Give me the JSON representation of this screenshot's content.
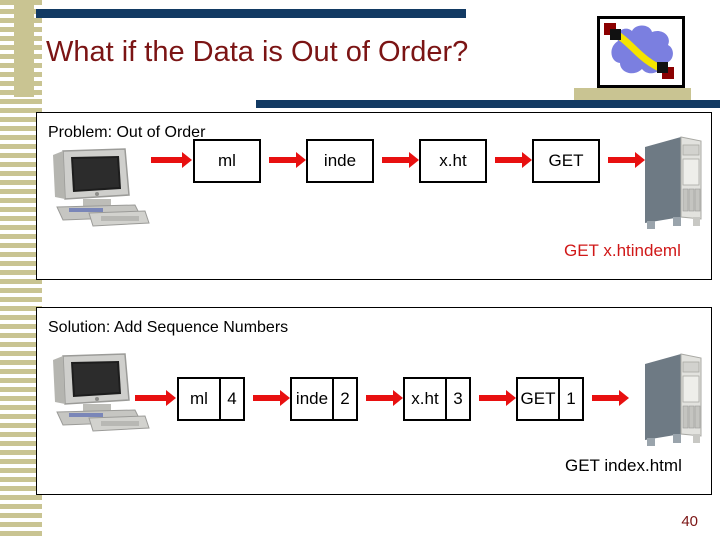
{
  "slide": {
    "title": "What if the Data is Out of Order?",
    "page_number": "40",
    "accent_navy": "#123a63",
    "accent_khaki": "#c9c492",
    "title_color": "#7b1414",
    "arrow_color": "#e81010"
  },
  "clipart": {
    "name": "network-cloud-icon",
    "cloud_color": "#7b7fe0",
    "cable_color": "#f5e400",
    "connector_color": "#8b0000"
  },
  "panels": [
    {
      "id": "problem",
      "heading": "Problem: Out of Order",
      "source_device": "desktop-computer",
      "dest_device": "server-tower",
      "caption": "GET x.htindeml",
      "caption_color": "#d01818",
      "packets": [
        {
          "payload": "ml",
          "seq": null
        },
        {
          "payload": "inde",
          "seq": null
        },
        {
          "payload": "x.ht",
          "seq": null
        },
        {
          "payload": "GET",
          "seq": null
        }
      ]
    },
    {
      "id": "solution",
      "heading": "Solution: Add Sequence Numbers",
      "source_device": "desktop-computer",
      "dest_device": "server-tower",
      "caption": "GET index.html",
      "caption_color": "#000000",
      "packets": [
        {
          "payload": "ml",
          "seq": "4"
        },
        {
          "payload": "inde",
          "seq": "2"
        },
        {
          "payload": "x.ht",
          "seq": "3"
        },
        {
          "payload": "GET",
          "seq": "1"
        }
      ]
    }
  ]
}
